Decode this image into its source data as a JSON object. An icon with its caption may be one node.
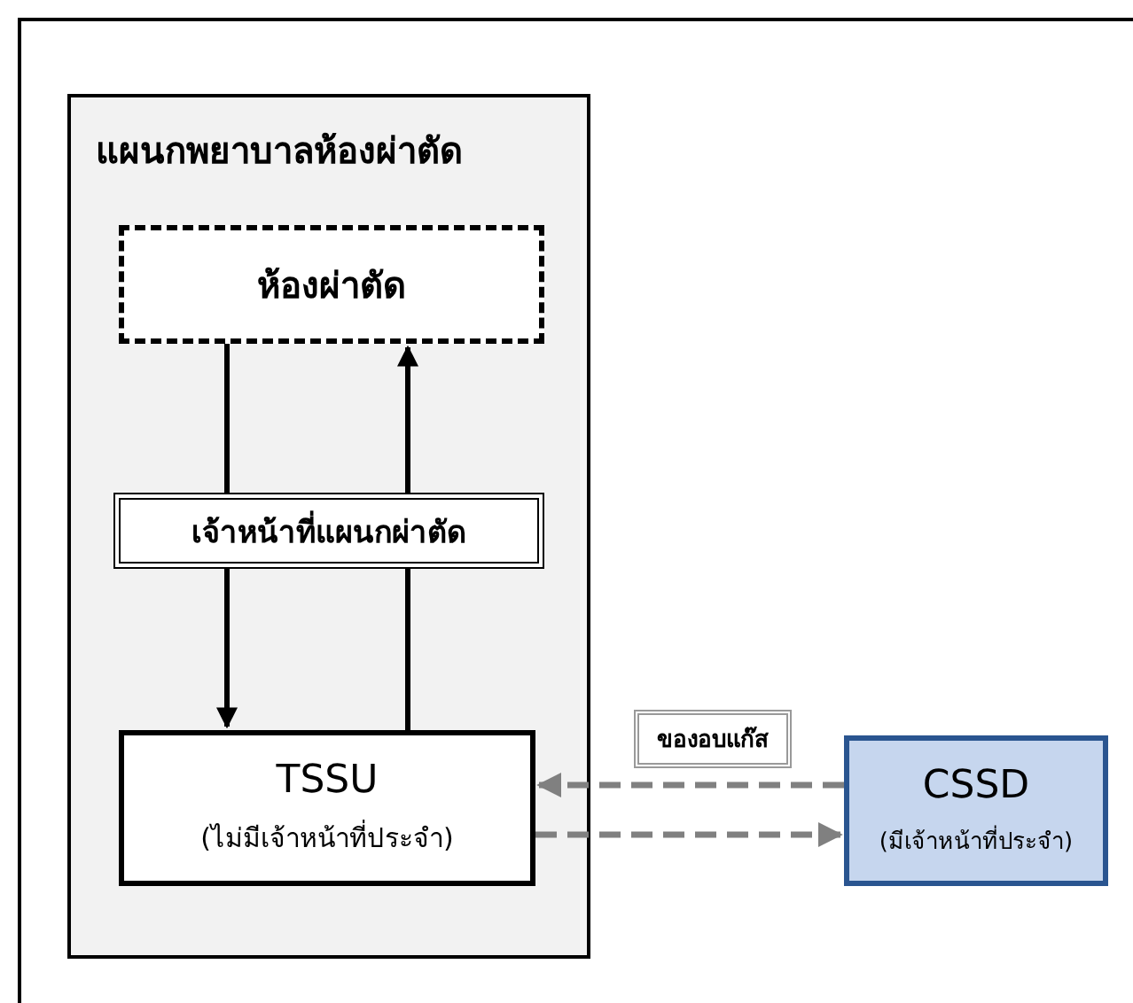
{
  "diagram": {
    "nodes": [
      {
        "text": [
          "แผนกพยาบาลห้องผ่าตัด"
        ]
      },
      {
        "text": [
          "ห้องผ่าตัด"
        ],
        "in": 0
      },
      {
        "text": [
          "เจ้าหน้าที่แผนกผ่าตัด"
        ],
        "in": 0
      },
      {
        "text": [
          "TSSU",
          "(ไม่มีเจ้าหน้าที่ประจำ)"
        ],
        "in": 0
      },
      {
        "text": [
          "CSSD",
          "(มีเจ้าหน้าที่ประจำ)"
        ]
      }
    ],
    "edges": [
      {
        "from": 1,
        "to": 2,
        "arrow": "none"
      },
      {
        "from": 2,
        "to": 3,
        "arrow": "to"
      },
      {
        "from": 3,
        "to": 2,
        "arrow": "none"
      },
      {
        "from": 2,
        "to": 1,
        "arrow": "to"
      },
      {
        "from": 4,
        "to": 3,
        "arrow": "to",
        "label": "ของอบแก๊ส",
        "style": "dashed",
        "color": "#808080"
      },
      {
        "from": 3,
        "to": 4,
        "arrow": "to",
        "style": "dashed",
        "color": "#808080"
      }
    ]
  }
}
